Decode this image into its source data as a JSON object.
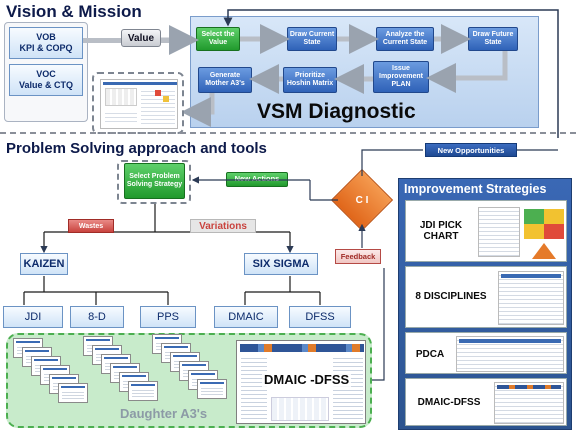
{
  "headings": {
    "vision": "Vision & Mission",
    "problem": "Problem Solving approach and tools"
  },
  "vision": {
    "vob": "VOB\nKPI & COPQ",
    "voc": "VOC\nValue & CTQ",
    "value_label": "Value"
  },
  "vsm": {
    "title": "VSM Diagnostic",
    "steps_top": [
      "Select the Value",
      "Draw Current State",
      "Analyze the Current State",
      "Draw Future State"
    ],
    "steps_bottom": [
      "Generate Mother A3's",
      "Prioritize Hoshin Matrix",
      "Issue Improvement PLAN"
    ]
  },
  "ps": {
    "select_strategy": "Select Problem Solving Strategy",
    "new_actions": "New Actions",
    "new_opportunities": "New Opportunities",
    "wastes": "Wastes",
    "variations": "Variations",
    "kaizen": "KAIZEN",
    "six_sigma": "SIX SIGMA",
    "kaizen_tools": [
      "JDI",
      "8-D",
      "PPS"
    ],
    "sigma_tools": [
      "DMAIC",
      "DFSS"
    ],
    "ci": "C I",
    "feedback": "Feedback",
    "daughter": "Daughter A3's",
    "dmaic_dfss": "DMAIC -DFSS"
  },
  "strategies": {
    "title": "Improvement Strategies",
    "items": [
      "JDI PICK CHART",
      "8 DISCIPLINES",
      "PDCA",
      "DMAIC-DFSS"
    ]
  },
  "colors": {
    "navy": "#0d1a4a",
    "panel_blue": "#2f5597",
    "vsm_blue": "#c6dbf5",
    "green_panel": "#c8ebcb",
    "accent_red": "#c9433e",
    "ci_orange": "#e8731e"
  }
}
